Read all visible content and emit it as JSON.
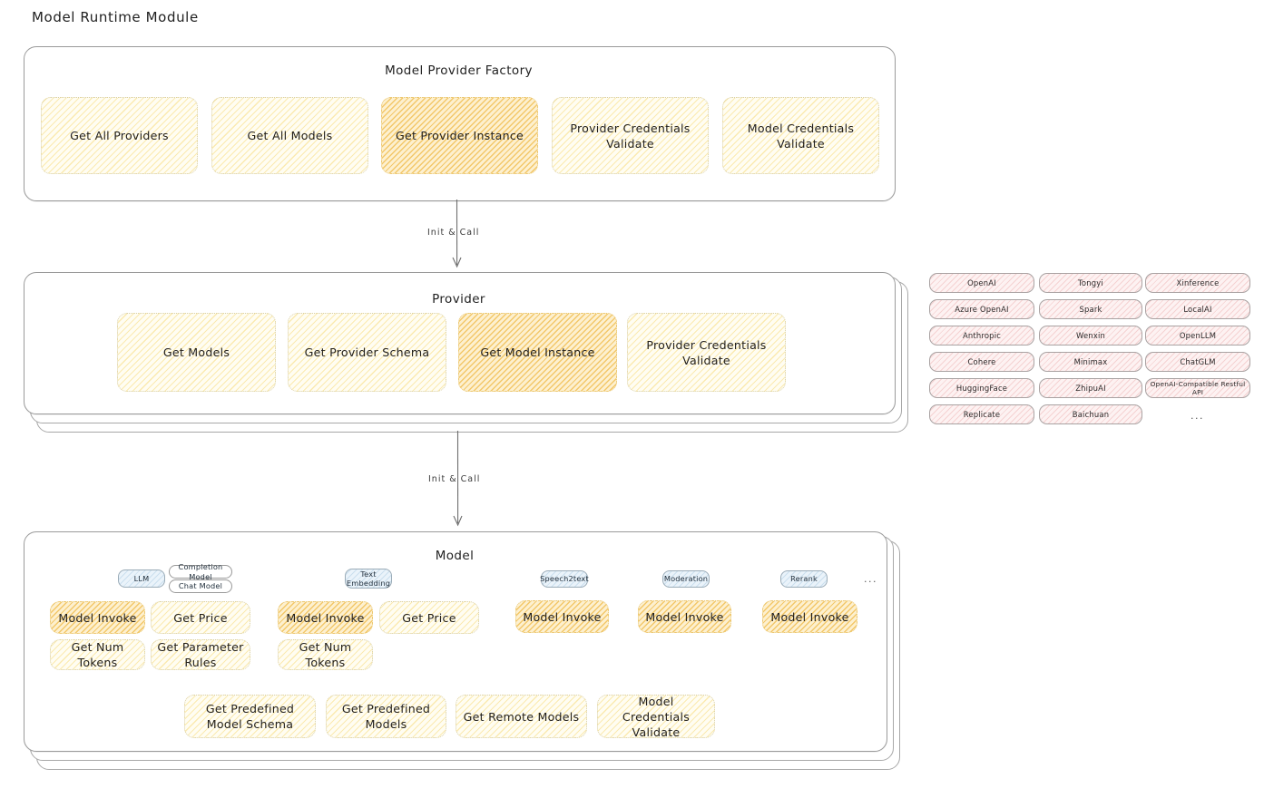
{
  "page": {
    "title": "Model Runtime Module"
  },
  "factory": {
    "title": "Model Provider Factory",
    "methods": [
      {
        "label": "Get All Providers",
        "highlight": false
      },
      {
        "label": "Get All Models",
        "highlight": false
      },
      {
        "label": "Get Provider Instance",
        "highlight": true
      },
      {
        "label": "Provider Credentials Validate",
        "highlight": false
      },
      {
        "label": "Model Credentials Validate",
        "highlight": false
      }
    ]
  },
  "arrow1": {
    "label": "Init & Call"
  },
  "provider": {
    "title": "Provider",
    "methods": [
      {
        "label": "Get Models",
        "highlight": false
      },
      {
        "label": "Get Provider Schema",
        "highlight": false
      },
      {
        "label": "Get Model Instance",
        "highlight": true
      },
      {
        "label": "Provider Credentials Validate",
        "highlight": false
      }
    ]
  },
  "provider_list": {
    "col1": [
      "OpenAI",
      "Azure OpenAI",
      "Anthropic",
      "Cohere",
      "HuggingFace",
      "Replicate"
    ],
    "col2": [
      "Tongyi",
      "Spark",
      "Wenxin",
      "Minimax",
      "ZhipuAI",
      "Baichuan"
    ],
    "col3": [
      "Xinference",
      "LocalAI",
      "OpenLLM",
      "ChatGLM",
      "OpenAI-Compatible Restful API"
    ],
    "more": "..."
  },
  "arrow2": {
    "label": "Init & Call"
  },
  "model": {
    "title": "Model",
    "more": "...",
    "types": [
      {
        "badge": "LLM",
        "sub_badges": [
          "Completion Model",
          "Chat Model"
        ],
        "methods": [
          {
            "label": "Model Invoke",
            "highlight": true
          },
          {
            "label": "Get Price",
            "highlight": false
          },
          {
            "label": "Get Num Tokens",
            "highlight": false
          },
          {
            "label": "Get Parameter Rules",
            "highlight": false
          }
        ]
      },
      {
        "badge": "Text Embedding",
        "sub_badges": [],
        "methods": [
          {
            "label": "Model Invoke",
            "highlight": true
          },
          {
            "label": "Get Price",
            "highlight": false
          },
          {
            "label": "Get Num Tokens",
            "highlight": false
          }
        ]
      },
      {
        "badge": "Speech2text",
        "sub_badges": [],
        "methods": [
          {
            "label": "Model Invoke",
            "highlight": true
          }
        ]
      },
      {
        "badge": "Moderation",
        "sub_badges": [],
        "methods": [
          {
            "label": "Model Invoke",
            "highlight": true
          }
        ]
      },
      {
        "badge": "Rerank",
        "sub_badges": [],
        "methods": [
          {
            "label": "Model Invoke",
            "highlight": true
          }
        ]
      }
    ],
    "common_methods": [
      {
        "label": "Get Predefined Model Schema"
      },
      {
        "label": "Get Predefined Models"
      },
      {
        "label": "Get Remote Models"
      },
      {
        "label": "Model Credentials Validate"
      }
    ]
  },
  "colors": {
    "highlight_fill": "#fdf0cf",
    "normal_fill": "#fffdf2",
    "provider_fill": "#fdf2f2",
    "badge_fill": "#eaf3fa",
    "stroke": "#9a9a9a"
  }
}
